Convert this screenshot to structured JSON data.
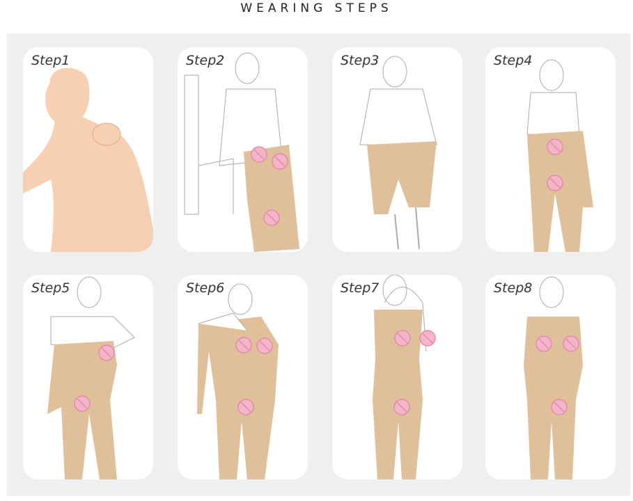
{
  "title": "WEARING STEPS",
  "steps": [
    {
      "label": "Step1"
    },
    {
      "label": "Step2"
    },
    {
      "label": "Step3"
    },
    {
      "label": "Step4"
    },
    {
      "label": "Step5"
    },
    {
      "label": "Step6"
    },
    {
      "label": "Step7"
    },
    {
      "label": "Step8"
    }
  ],
  "colors": {
    "skin": "#f7cfb2",
    "suit": "#dfc09a",
    "outline": "#aaaaaa",
    "censor": "#f2b6c8",
    "panel": "#efefef"
  }
}
